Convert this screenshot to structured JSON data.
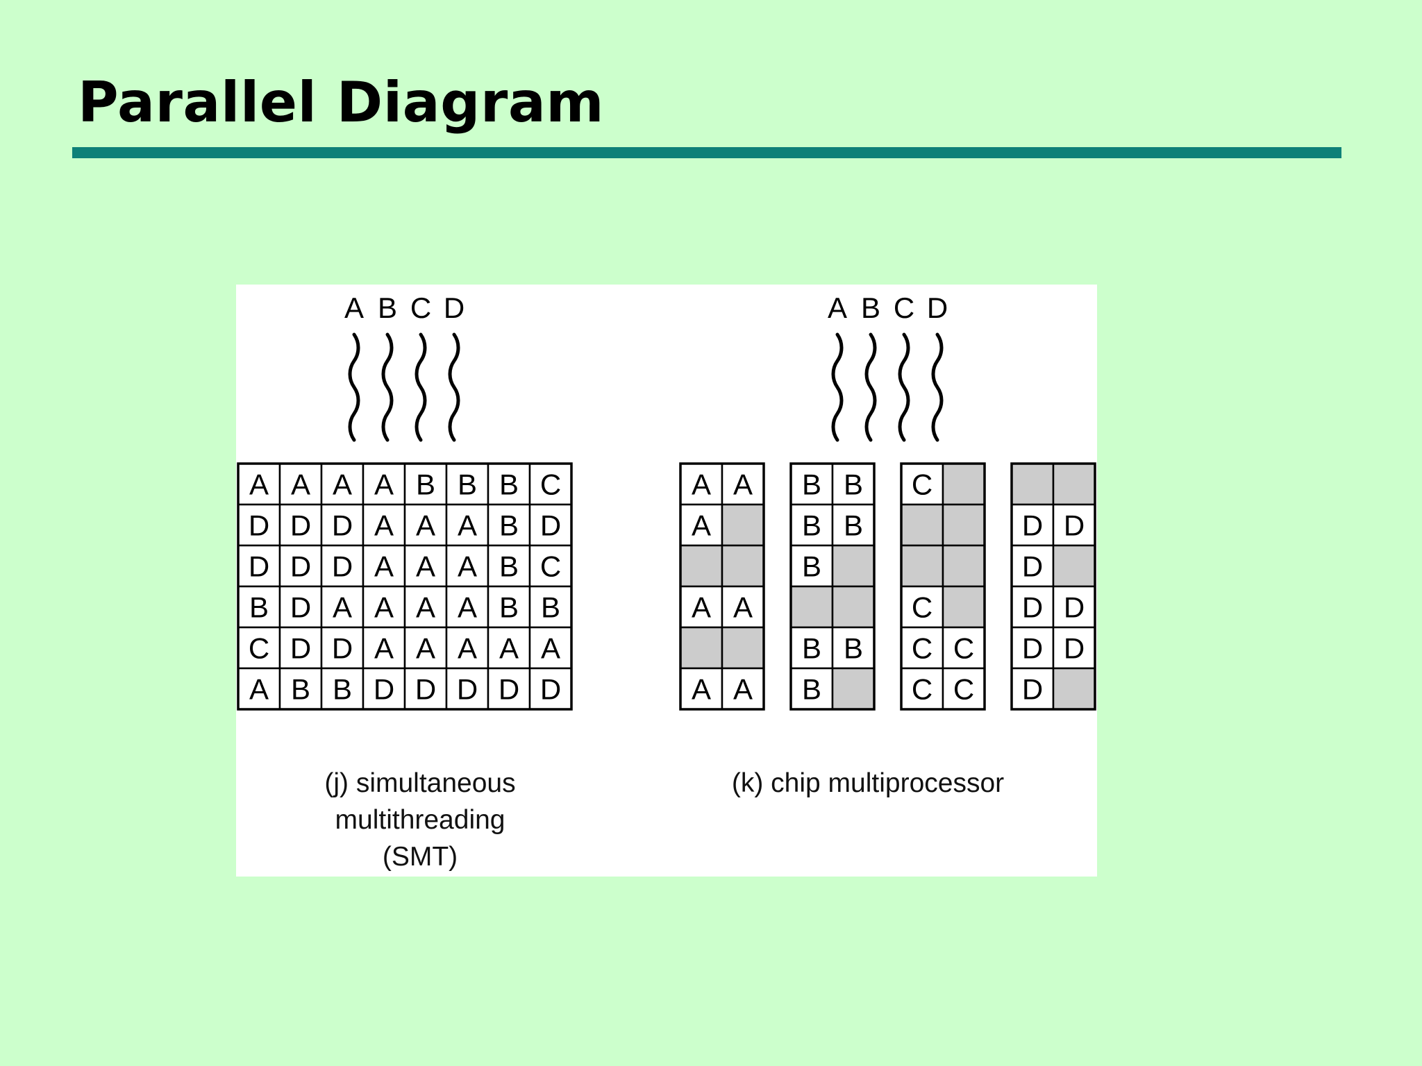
{
  "slide": {
    "title": "Parallel Diagram"
  },
  "colors": {
    "background": "#ccffcc",
    "rule": "#0e8078",
    "figure_bg": "#ffffff",
    "empty_slot": "#cccccc"
  },
  "smt": {
    "thread_labels": [
      "A",
      "B",
      "C",
      "D"
    ],
    "caption_lines": [
      "(j) simultaneous",
      "multithreading",
      "(SMT)"
    ],
    "grid": [
      [
        "A",
        "A",
        "A",
        "A",
        "B",
        "B",
        "B",
        "C"
      ],
      [
        "D",
        "D",
        "D",
        "A",
        "A",
        "A",
        "B",
        "D"
      ],
      [
        "D",
        "D",
        "D",
        "A",
        "A",
        "A",
        "B",
        "C"
      ],
      [
        "B",
        "D",
        "A",
        "A",
        "A",
        "A",
        "B",
        "B"
      ],
      [
        "C",
        "D",
        "D",
        "A",
        "A",
        "A",
        "A",
        "A"
      ],
      [
        "A",
        "B",
        "B",
        "D",
        "D",
        "D",
        "D",
        "D"
      ]
    ]
  },
  "cmp": {
    "thread_labels": [
      "A",
      "B",
      "C",
      "D"
    ],
    "caption_lines": [
      "(k) chip multiprocessor"
    ],
    "processors": [
      [
        [
          "A",
          "A"
        ],
        [
          "A",
          ""
        ],
        [
          "",
          ""
        ],
        [
          "A",
          "A"
        ],
        [
          "",
          ""
        ],
        [
          "A",
          "A"
        ]
      ],
      [
        [
          "B",
          "B"
        ],
        [
          "B",
          "B"
        ],
        [
          "B",
          ""
        ],
        [
          "",
          ""
        ],
        [
          "B",
          "B"
        ],
        [
          "B",
          ""
        ]
      ],
      [
        [
          "C",
          ""
        ],
        [
          "",
          ""
        ],
        [
          "",
          ""
        ],
        [
          "C",
          ""
        ],
        [
          "C",
          "C"
        ],
        [
          "C",
          "C"
        ]
      ],
      [
        [
          "",
          ""
        ],
        [
          "D",
          "D"
        ],
        [
          "D",
          ""
        ],
        [
          "D",
          "D"
        ],
        [
          "D",
          "D"
        ],
        [
          "D",
          ""
        ]
      ]
    ]
  }
}
